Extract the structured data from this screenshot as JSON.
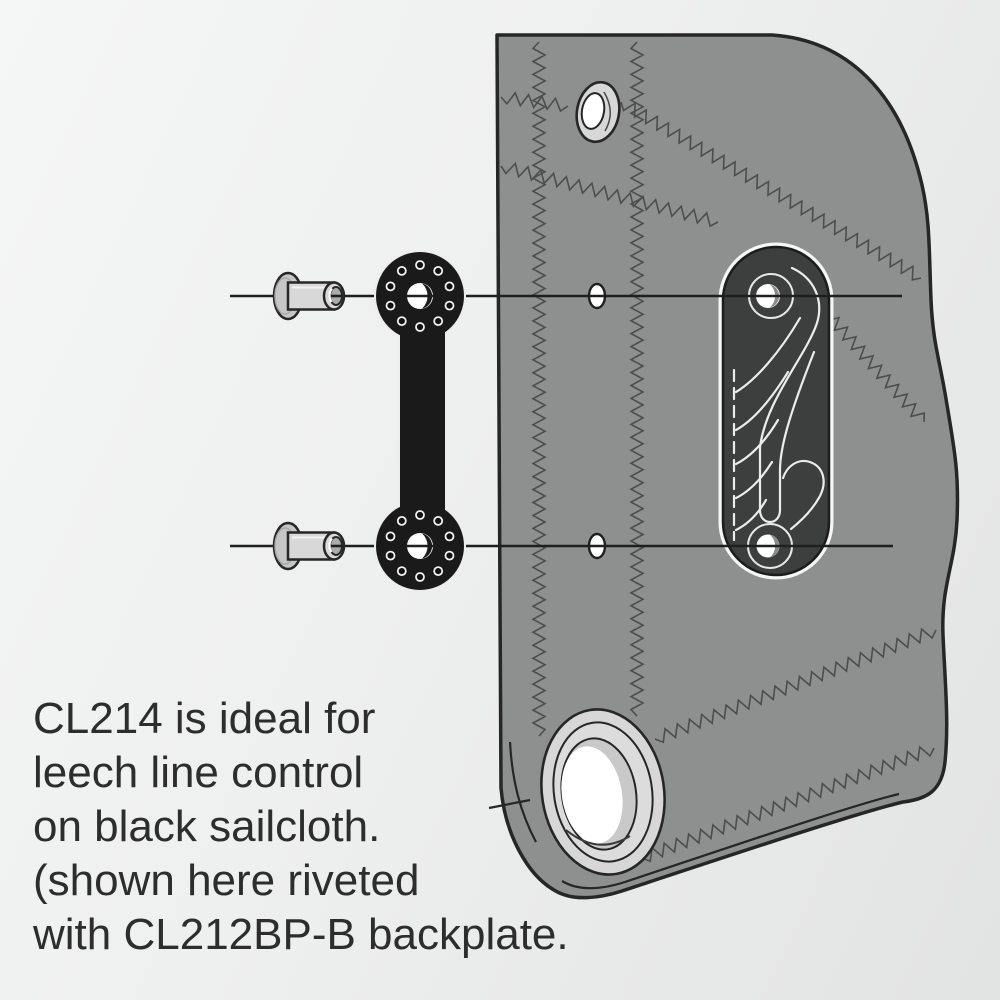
{
  "caption": {
    "lines": [
      "CL214 is ideal for",
      "leech line control",
      "on black sailcloth.",
      "(shown here riveted",
      "with CL212BP-B backplate."
    ]
  },
  "colors": {
    "background_light": "#f5f6f6",
    "background_dark": "#e2e3e3",
    "sailcloth": "#8e8f8f",
    "outline": "#262626",
    "stitching": "#4d4d4d",
    "cleat_body": "#3d3e3e",
    "cleat_detail": "#ececec",
    "backplate": "#1a1a1a",
    "rivet": "#d8d8d8",
    "grommet_ring": "#d7d7d7",
    "hole": "#ffffff",
    "text": "#2d2d2d"
  }
}
